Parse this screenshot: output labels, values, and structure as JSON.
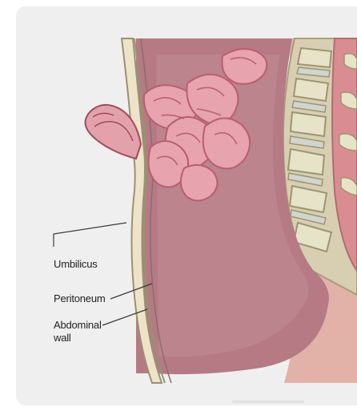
{
  "diagram": {
    "labels": {
      "umbilicus": "Umbilicus",
      "peritoneum": "Peritoneum",
      "abdominal_line1": "Abdominal",
      "abdominal_line2": "wall"
    },
    "colors": {
      "card_background": "#f0efef",
      "cavity": "#b57a84",
      "intestine": "#e7a3ae",
      "intestine_shadow": "#b85f6e",
      "abdominal_wall": "#ece3c9",
      "vertebra": "#e6e3c9",
      "disc": "#cfd6cf"
    }
  }
}
